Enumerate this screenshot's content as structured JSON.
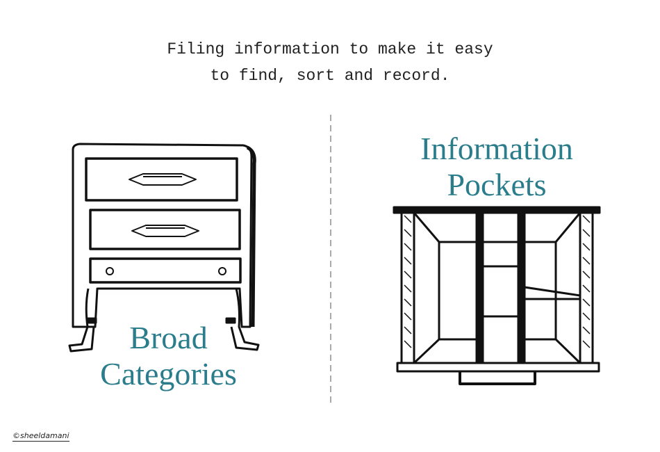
{
  "caption": {
    "line1": "Filing information to make it easy",
    "line2": "to find, sort and record."
  },
  "left": {
    "label_line1": "Broad",
    "label_line2": "Categories"
  },
  "right": {
    "label_line1": "Information",
    "label_line2": "Pockets"
  },
  "signature": "©sheeldamani",
  "colors": {
    "accent": "#2b7d8c",
    "ink": "#111111"
  }
}
